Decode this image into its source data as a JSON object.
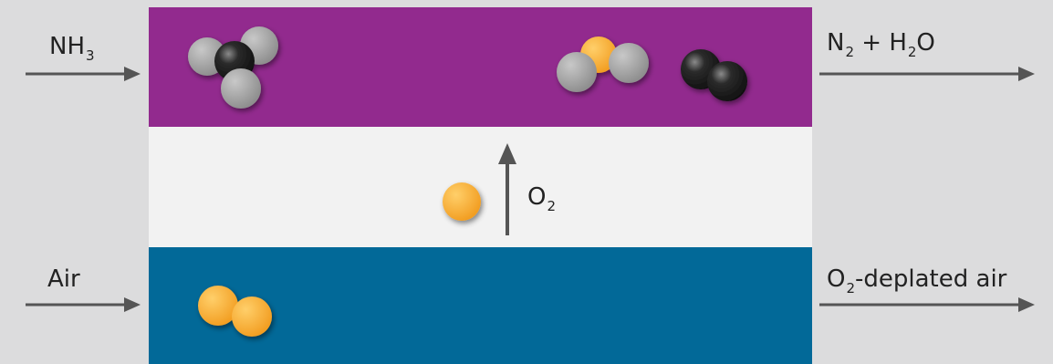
{
  "colors": {
    "background": "#dcdcdd",
    "fuel_band": "#922a8e",
    "membrane_band": "#f2f2f2",
    "air_band": "#026998",
    "arrow": "#555555",
    "nitrogen_atom": "#1e1e1e",
    "hydrogen_atom": "#9a9a9a",
    "oxygen_atom": "#f7a832"
  },
  "labels": {
    "nh3_main": "NH",
    "nh3_sub": "3",
    "products_n": "N",
    "products_n_sub": "2",
    "products_plus_h": " + H",
    "products_h_sub": "2",
    "products_o": "O",
    "air": "Air",
    "depleted_main": "O",
    "depleted_sub": "2",
    "depleted_rest": "-deplated air",
    "o2_main": "O",
    "o2_sub": "2"
  },
  "icons": [
    "ammonia-molecule-icon",
    "water-molecule-icon",
    "nitrogen-molecule-icon",
    "oxygen-atom-icon",
    "oxygen-molecule-icon"
  ]
}
